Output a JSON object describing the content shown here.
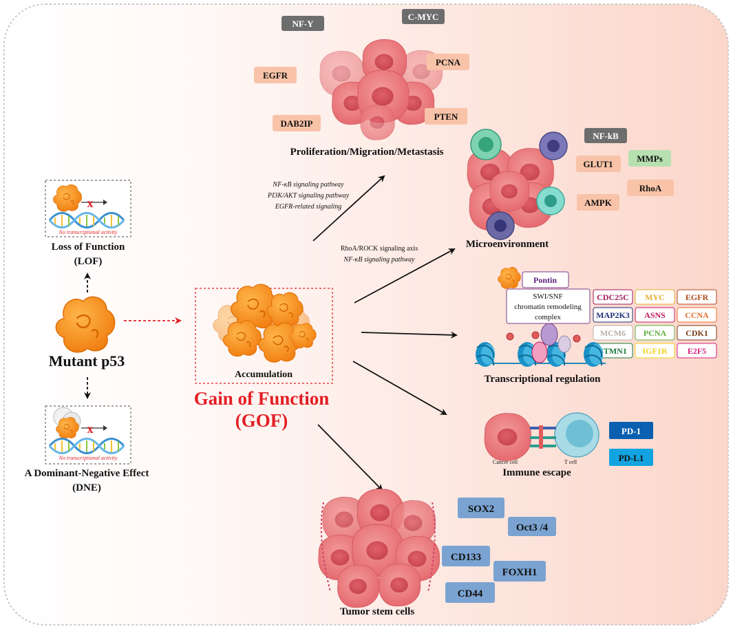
{
  "colors": {
    "frame_bg_start": "#ffffff",
    "frame_bg_end": "#fbd9cf",
    "gof_red": "#e31e24",
    "salmon_tag": "#f8c3a8",
    "grey_tag": "#6d6d6d",
    "green_tag": "#b7e0b1",
    "blue_tag": "#7aa3d1",
    "pd1_blue": "#0a5fb0",
    "pdl1_blue": "#12a4e0"
  },
  "mutant_p53": {
    "label": "Mutant p53",
    "lof": {
      "note": "No transcriptional activity",
      "line1": "Loss of Function",
      "line2": "(LOF)"
    },
    "dne": {
      "note": "No transcriptional activity",
      "line1": "A Dominant-Negative Effect",
      "line2": "(DNE)"
    }
  },
  "gof": {
    "accumulation": "Accumulation",
    "line1": "Gain of Function",
    "line2": "(GOF)"
  },
  "proliferation": {
    "title": "Proliferation/Migration/Metastasis",
    "tags": [
      "NF-Y",
      "C-MYC",
      "EGFR",
      "PCNA",
      "DAB2IP",
      "PTEN"
    ],
    "pathways": [
      "NF-κB signaling pathway",
      "PI3K/AKT signaling pathway",
      "EGFR-related signaling"
    ]
  },
  "microenvironment": {
    "title": "Microenvironment",
    "tags": [
      "NF-kB",
      "GLUT1",
      "MMPs",
      "RhoA",
      "AMPK"
    ],
    "pathways": [
      "RhoA/ROCK signaling axis",
      "NF-κB signaling pathway"
    ]
  },
  "transcription": {
    "title": "Transcriptional regulation",
    "pontin": "Pontin",
    "swi": [
      "SWI/SNF",
      "chromatin remodeling",
      "complex"
    ],
    "genes": [
      {
        "label": "CDC25C",
        "color": "#a3195b"
      },
      {
        "label": "MYC",
        "color": "#e0b030"
      },
      {
        "label": "EGFR",
        "color": "#b04a1f"
      },
      {
        "label": "MAP2K3",
        "color": "#1f2f7a"
      },
      {
        "label": "ASNS",
        "color": "#c2185b"
      },
      {
        "label": "CCNA",
        "color": "#e8702a"
      },
      {
        "label": "MCM6",
        "color": "#b8b0a8"
      },
      {
        "label": "PCNA",
        "color": "#5fb040"
      },
      {
        "label": "CDK1",
        "color": "#7a3b1a"
      },
      {
        "label": "STMN1",
        "color": "#1d7a3a"
      },
      {
        "label": "IGF1R",
        "color": "#f2d21a"
      },
      {
        "label": "E2F5",
        "color": "#d81b7a"
      }
    ]
  },
  "immune": {
    "title": "Immune escape",
    "cancer_cell": "Cancer cell",
    "t_cell": "T cell",
    "tags": [
      "PD-1",
      "PD-L1"
    ]
  },
  "stem": {
    "title": "Tumor stem cells",
    "tags": [
      "SOX2",
      "Oct3 /4",
      "CD133",
      "FOXH1",
      "CD44"
    ]
  }
}
